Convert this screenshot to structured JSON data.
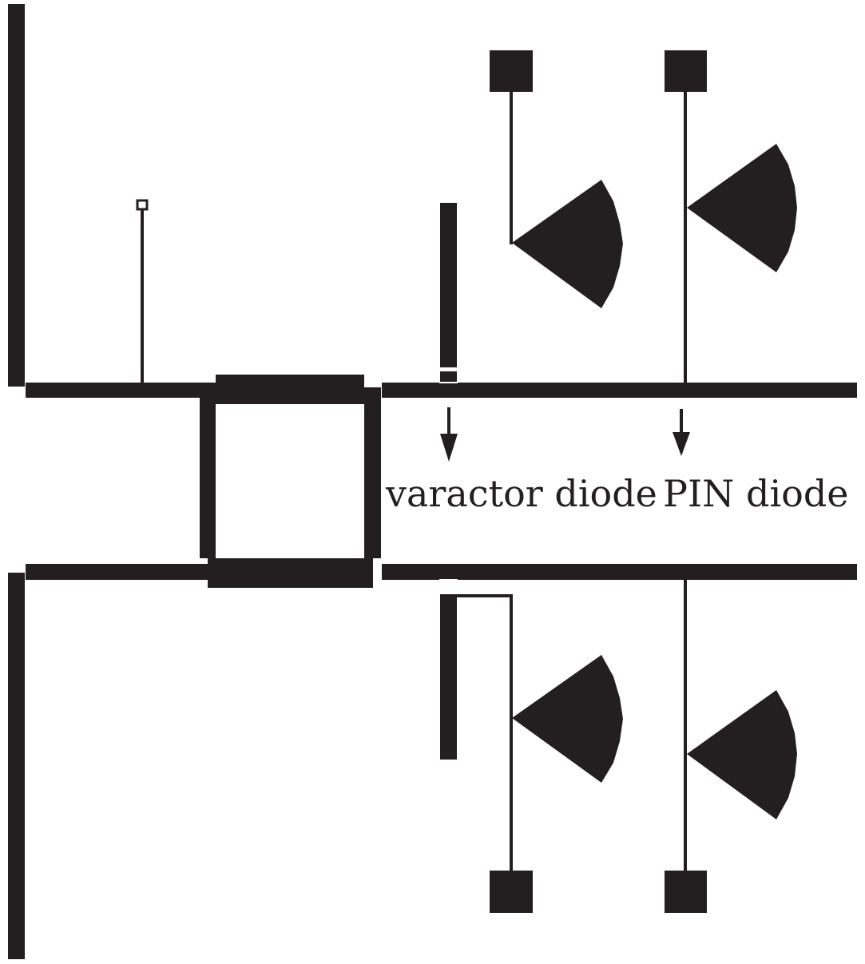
{
  "diagram": {
    "colors": {
      "ink": "#231f20",
      "background": "#ffffff"
    },
    "labels": {
      "varactor": "varactor diode",
      "pin": "PIN diode"
    },
    "components": [
      {
        "name": "feed-pin-icon",
        "type": "port"
      },
      {
        "name": "varactor-diode",
        "type": "diode"
      },
      {
        "name": "pin-diode",
        "type": "diode"
      },
      {
        "name": "radial-stub-icon",
        "type": "radial-stub"
      },
      {
        "name": "bias-pad-icon",
        "type": "bias-pad"
      }
    ]
  }
}
